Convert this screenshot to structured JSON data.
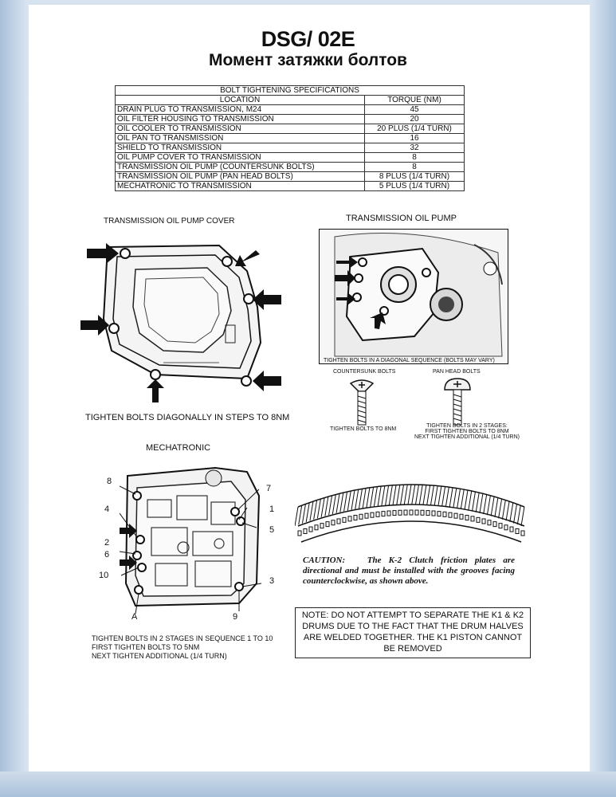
{
  "header": {
    "title": "DSG/ 02E",
    "subtitle": "Момент затяжки болтов"
  },
  "spec_table": {
    "caption": "BOLT TIGHTENING SPECIFICATIONS",
    "columns": [
      "LOCATION",
      "TORQUE (NM)"
    ],
    "rows": [
      {
        "location": "DRAIN PLUG TO TRANSMISSION, M24",
        "torque": "45"
      },
      {
        "location": "OIL FILTER HOUSING TO TRANSMISSION",
        "torque": "20"
      },
      {
        "location": "OIL COOLER TO TRANSMISSION",
        "torque": "20 PLUS (1/4 TURN)"
      },
      {
        "location": "OIL PAN TO TRANSMISSION",
        "torque": "16"
      },
      {
        "location": "SHIELD TO TRANSMISSION",
        "torque": "32"
      },
      {
        "location": "OIL PUMP COVER TO TRANSMISSION",
        "torque": "8"
      },
      {
        "location": "TRANSMISSION OIL PUMP (COUNTERSUNK BOLTS)",
        "torque": "8"
      },
      {
        "location": "TRANSMISSION OIL PUMP (PAN HEAD BOLTS)",
        "torque": "8 PLUS (1/4 TURN)"
      },
      {
        "location": "MECHATRONIC TO TRANSMISSION",
        "torque": "5 PLUS (1/4 TURN)"
      }
    ]
  },
  "pump_cover": {
    "title": "TRANSMISSION OIL PUMP COVER",
    "instruction": "TIGHTEN BOLTS DIAGONALLY IN STEPS TO 8NM"
  },
  "oil_pump": {
    "title": "TRANSMISSION OIL PUMP",
    "sequence_note": "TIGHTEN BOLTS IN A DIAGONAL SEQUENCE (BOLTS MAY VARY)",
    "countersunk_label": "COUNTERSUNK BOLTS",
    "panhead_label": "PAN HEAD BOLTS",
    "countersunk_instruction": "TIGHTEN BOLTS TO 8NM",
    "panhead_instruction": [
      "TIGHTEN BOLTS IN 2 STAGES:",
      "FIRST TIGHTEN BOLTS TO 8NM",
      "NEXT TIGHTEN ADDITIONAL (1/4 TURN)"
    ]
  },
  "mechatronic": {
    "title": "MECHATRONIC",
    "callouts": [
      "8",
      "4",
      "2",
      "6",
      "10",
      "A",
      "7",
      "1",
      "5",
      "3",
      "9"
    ],
    "instruction": [
      "TIGHTEN BOLTS IN 2 STAGES IN SEQUENCE 1 TO 10",
      "FIRST TIGHTEN BOLTS TO 5NM",
      "NEXT TIGHTEN ADDITIONAL (1/4 TURN)"
    ]
  },
  "clutch": {
    "caution_label": "CAUTION:",
    "caution_text": "The K-2 Clutch friction plates are directional and must be installed with the grooves facing counterclockwise, as shown above."
  },
  "note": {
    "text": "NOTE: DO NOT ATTEMPT TO SEPARATE THE K1 & K2 DRUMS DUE TO THE FACT THAT THE DRUM HALVES ARE WELDED TOGETHER.  THE K1 PISTON CANNOT BE REMOVED"
  }
}
